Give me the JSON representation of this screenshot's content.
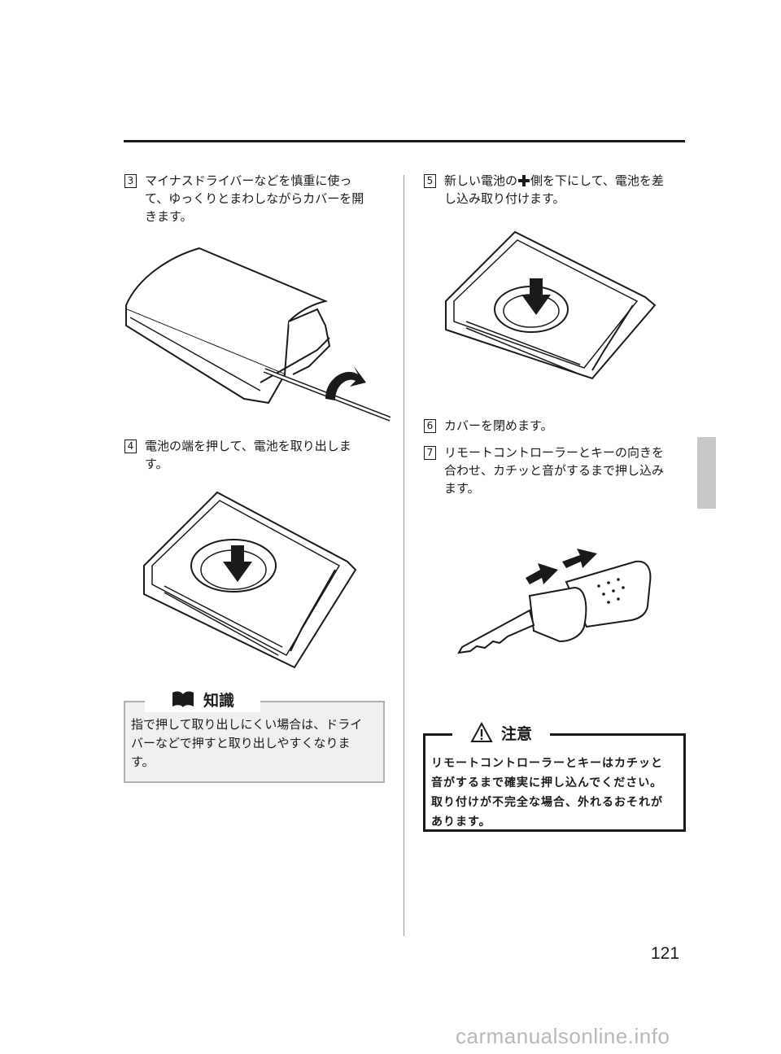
{
  "steps": {
    "s3": {
      "num": "3",
      "lines": [
        "マイナスドライバーなどを慎重に使っ",
        "て、ゆっくりとまわしながらカバーを開",
        "きます。"
      ]
    },
    "s4": {
      "num": "4",
      "lines": [
        "電池の端を押して、電池を取り出しま",
        "す。"
      ]
    },
    "s5": {
      "num": "5",
      "line1_a": "新しい電池の",
      "line1_b": " 側を下にして、電池を差",
      "line2": "し込み取り付けます。"
    },
    "s6": {
      "num": "6",
      "lines": [
        "カバーを閉めます。"
      ]
    },
    "s7": {
      "num": "7",
      "lines": [
        "リモートコントローラーとキーの向きを",
        "合わせ、カチッと音がするまで押し込み",
        "ます。"
      ]
    }
  },
  "knowledge": {
    "title": "知識",
    "lines": [
      "指で押して取り出しにくい場合は、ドライ",
      "バーなどで押すと取り出しやすくなりま",
      "す。"
    ]
  },
  "caution": {
    "title": "注意",
    "lines": [
      "リモートコントローラーとキーはカチッと",
      "音がするまで確実に押し込んでください。",
      "取り付けが不完全な場合、外れるおそれが",
      "あります。"
    ]
  },
  "page_number": "121",
  "watermark": "carmanualsonline.info",
  "colors": {
    "rule": "#1a1a1a",
    "side_tab": "#c8c8c8",
    "note_bg": "#f0f0f0"
  }
}
